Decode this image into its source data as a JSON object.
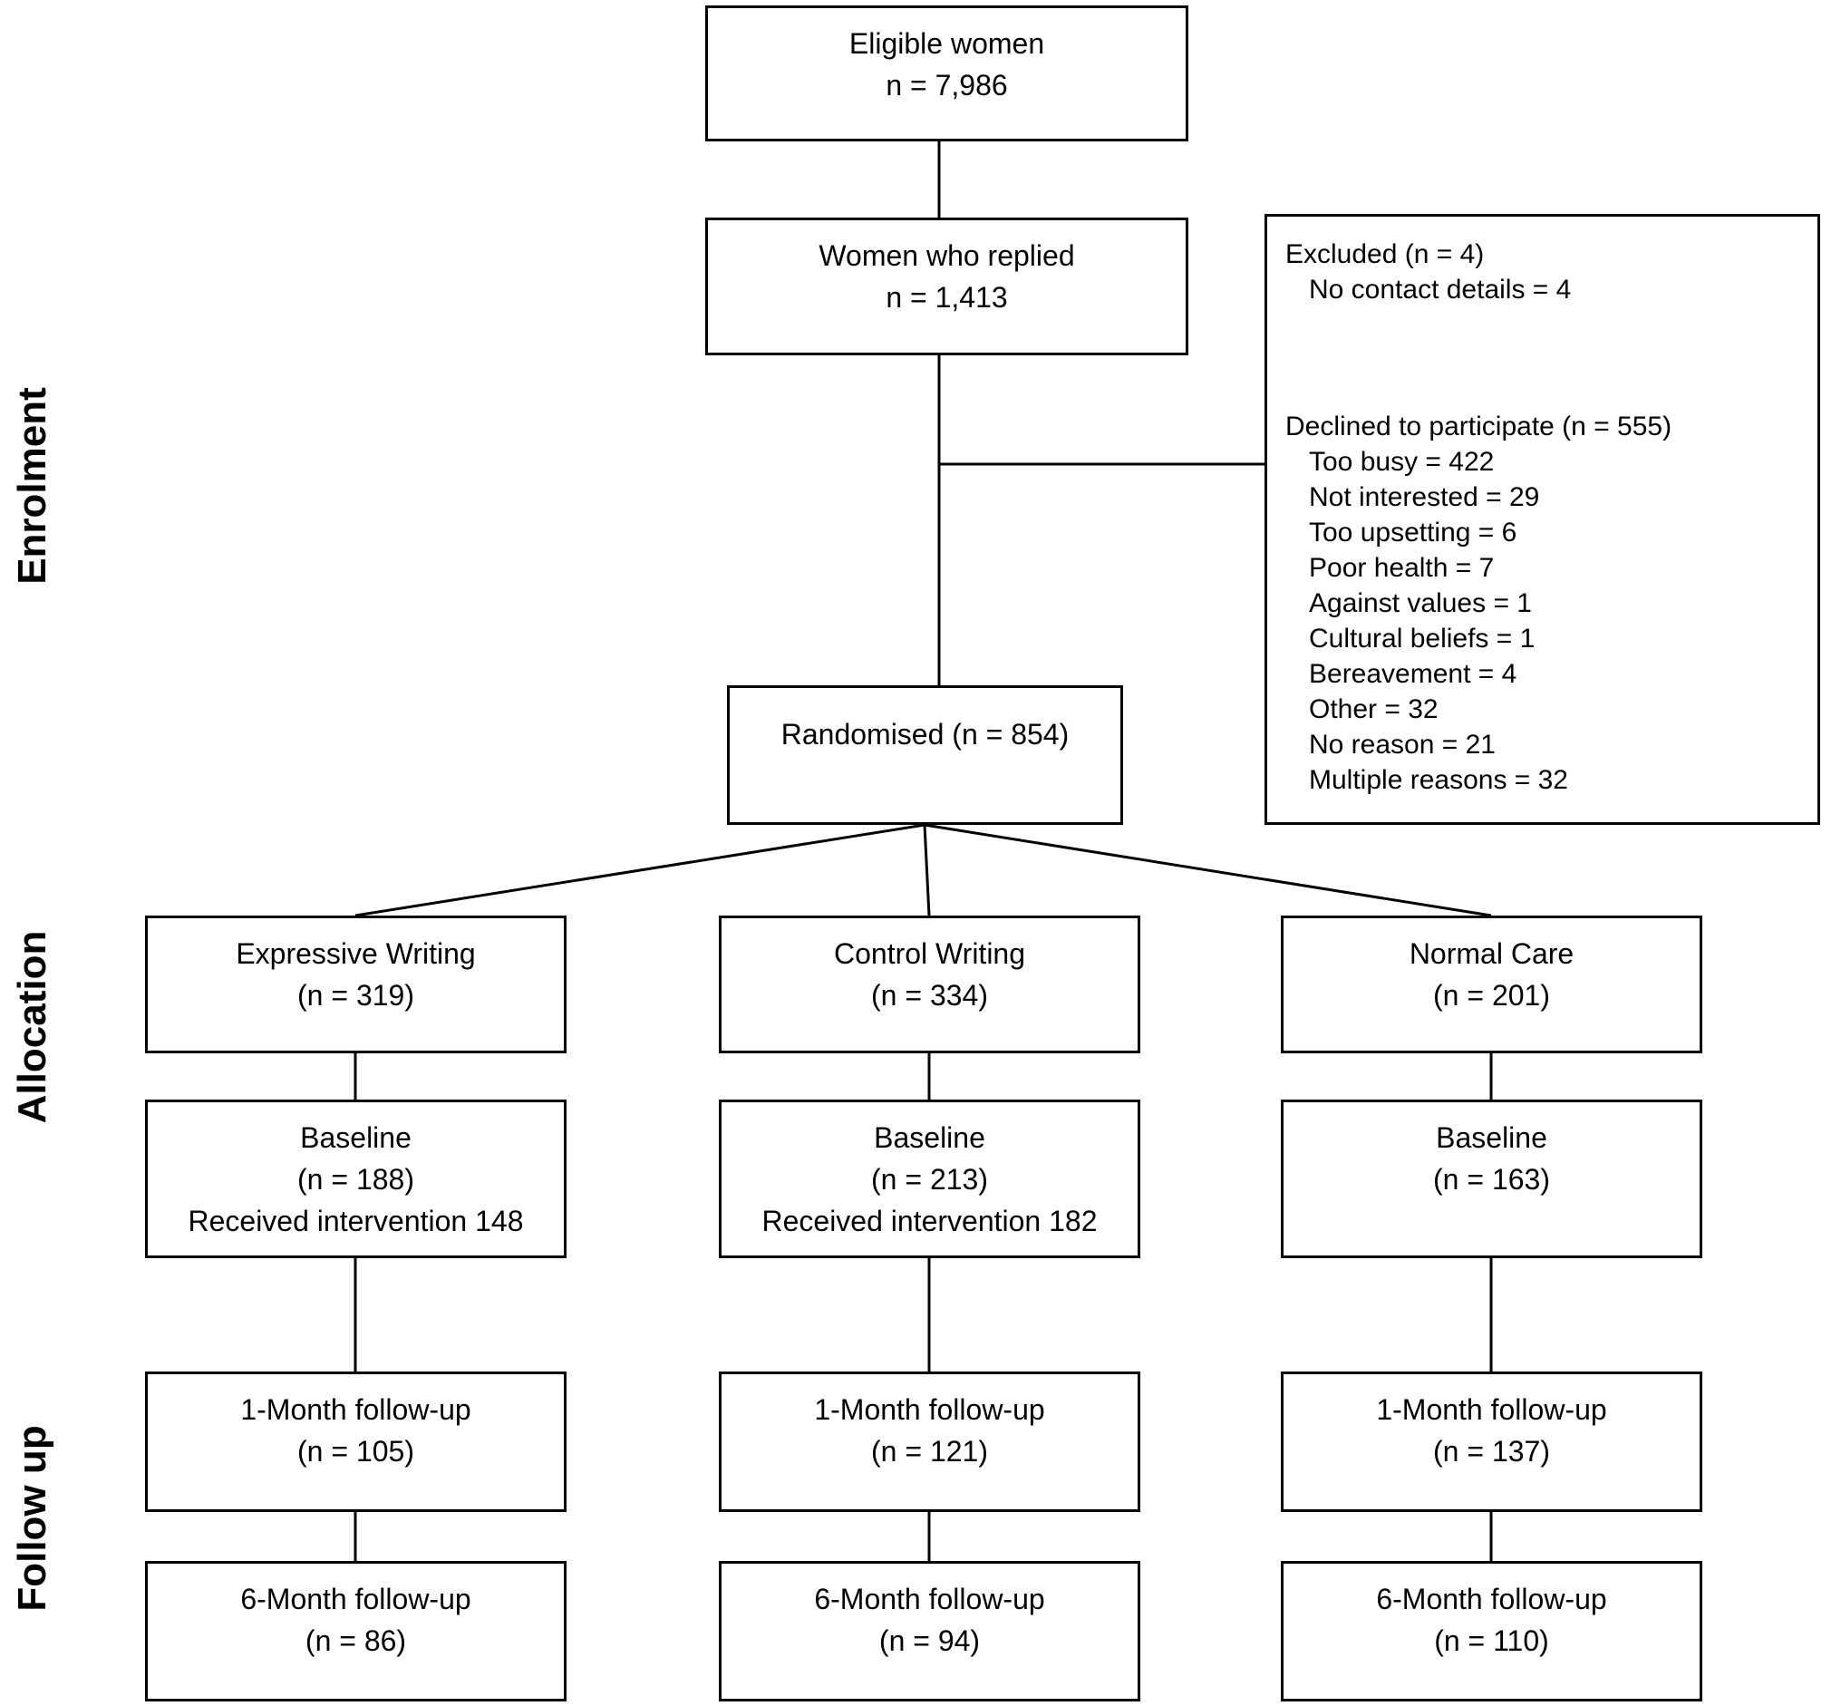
{
  "diagram": {
    "stages": {
      "enrolment": "Enrolment",
      "allocation": "Allocation",
      "followup": "Follow up"
    },
    "eligible": {
      "line1": "Eligible women",
      "line2": "n = 7,986"
    },
    "replied": {
      "line1": "Women who replied",
      "line2": "n = 1,413"
    },
    "excluded": {
      "title": "Excluded (n = 4)",
      "items": [
        "No contact details = 4"
      ],
      "declined_title": "Declined to participate (n = 555)",
      "declined_items": [
        "Too busy = 422",
        "Not interested = 29",
        "Too upsetting = 6",
        "Poor health = 7",
        "Against values = 1",
        "Cultural beliefs = 1",
        "Bereavement = 4",
        "Other = 32",
        "No reason = 21",
        "Multiple reasons = 32"
      ]
    },
    "randomised": {
      "line1": "Randomised (n = 854)"
    },
    "arms": [
      {
        "allocation": [
          "Expressive Writing",
          "(n = 319)"
        ],
        "baseline": [
          "Baseline",
          "(n = 188)",
          "Received intervention 148"
        ],
        "month1": [
          "1-Month follow-up",
          "(n = 105)"
        ],
        "month6": [
          "6-Month follow-up",
          "(n = 86)"
        ]
      },
      {
        "allocation": [
          "Control Writing",
          "(n = 334)"
        ],
        "baseline": [
          "Baseline",
          "(n = 213)",
          "Received intervention 182"
        ],
        "month1": [
          "1-Month follow-up",
          "(n = 121)"
        ],
        "month6": [
          "6-Month follow-up",
          "(n = 94)"
        ]
      },
      {
        "allocation": [
          "Normal Care",
          "(n = 201)"
        ],
        "baseline": [
          "Baseline",
          "(n = 163)"
        ],
        "month1": [
          "1-Month follow-up",
          "(n = 137)"
        ],
        "month6": [
          "6-Month follow-up",
          "(n = 110)"
        ]
      }
    ],
    "colors": {
      "border": "#000000",
      "background": "#ffffff",
      "text": "#000000"
    }
  }
}
